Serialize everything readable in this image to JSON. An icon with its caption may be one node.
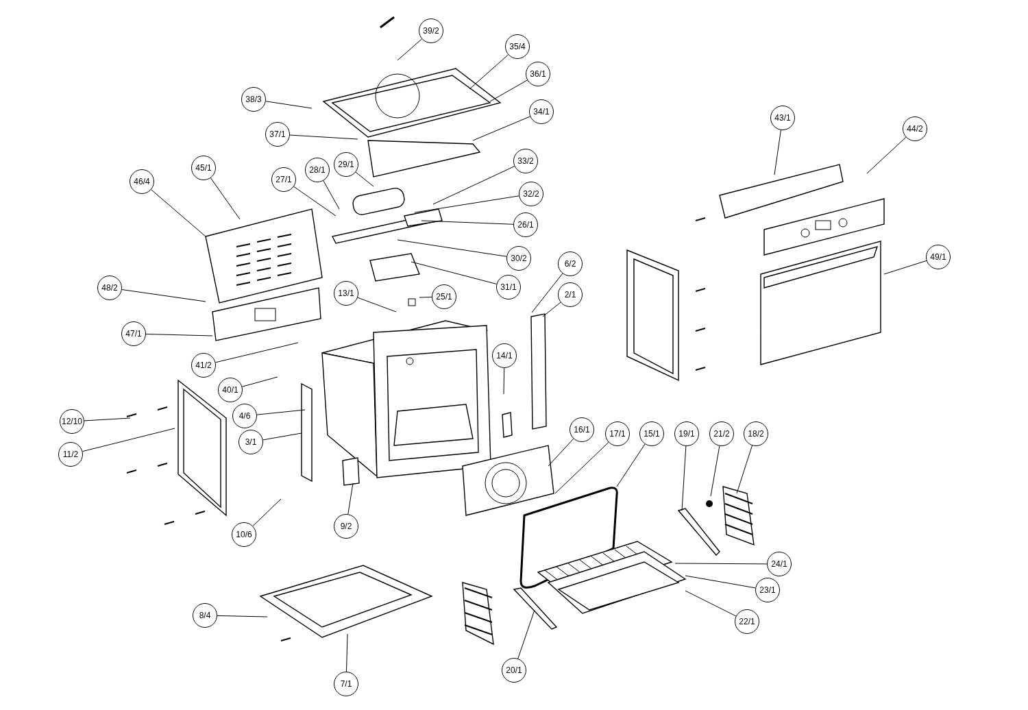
{
  "diagram": {
    "nodes": [
      {
        "text": [
          "39/2"
        ]
      },
      {
        "text": [
          "35/4"
        ]
      },
      {
        "text": [
          "36/1"
        ]
      },
      {
        "text": [
          "38/3"
        ]
      },
      {
        "text": [
          "34/1"
        ]
      },
      {
        "text": [
          "43/1"
        ]
      },
      {
        "text": [
          "44/2"
        ]
      },
      {
        "text": [
          "37/1"
        ]
      },
      {
        "text": [
          "33/2"
        ]
      },
      {
        "text": [
          "29/1"
        ]
      },
      {
        "text": [
          "45/1"
        ]
      },
      {
        "text": [
          "28/1"
        ]
      },
      {
        "text": [
          "27/1"
        ]
      },
      {
        "text": [
          "46/4"
        ]
      },
      {
        "text": [
          "32/2"
        ]
      },
      {
        "text": [
          "26/1"
        ]
      },
      {
        "text": [
          "49/1"
        ]
      },
      {
        "text": [
          "30/2"
        ]
      },
      {
        "text": [
          "6/2"
        ]
      },
      {
        "text": [
          "31/1"
        ]
      },
      {
        "text": [
          "48/2"
        ]
      },
      {
        "text": [
          "13/1"
        ]
      },
      {
        "text": [
          "2/1"
        ]
      },
      {
        "text": [
          "25/1"
        ]
      },
      {
        "text": [
          "47/1"
        ]
      },
      {
        "text": [
          "14/1"
        ]
      },
      {
        "text": [
          "41/2"
        ]
      },
      {
        "text": [
          "40/1"
        ]
      },
      {
        "text": [
          "4/6"
        ]
      },
      {
        "text": [
          "12/10"
        ]
      },
      {
        "text": [
          "16/1"
        ]
      },
      {
        "text": [
          "17/1"
        ]
      },
      {
        "text": [
          "15/1"
        ]
      },
      {
        "text": [
          "19/1"
        ]
      },
      {
        "text": [
          "21/2"
        ]
      },
      {
        "text": [
          "18/2"
        ]
      },
      {
        "text": [
          "3/1"
        ]
      },
      {
        "text": [
          "11/2"
        ]
      },
      {
        "text": [
          "9/2"
        ]
      },
      {
        "text": [
          "10/6"
        ]
      },
      {
        "text": [
          "24/1"
        ]
      },
      {
        "text": [
          "23/1"
        ]
      },
      {
        "text": [
          "8/4"
        ]
      },
      {
        "text": [
          "22/1"
        ]
      },
      {
        "text": [
          "20/1"
        ]
      },
      {
        "text": [
          "7/1"
        ]
      }
    ],
    "edges": [
      {
        "from": 0,
        "to": null,
        "arrow": "none"
      },
      {
        "from": 1,
        "to": null,
        "arrow": "none"
      },
      {
        "from": 2,
        "to": null,
        "arrow": "none"
      },
      {
        "from": 3,
        "to": null,
        "arrow": "none"
      },
      {
        "from": 4,
        "to": null,
        "arrow": "none"
      },
      {
        "from": 5,
        "to": null,
        "arrow": "none"
      },
      {
        "from": 6,
        "to": null,
        "arrow": "none"
      },
      {
        "from": 7,
        "to": null,
        "arrow": "none"
      },
      {
        "from": 8,
        "to": null,
        "arrow": "none"
      },
      {
        "from": 9,
        "to": null,
        "arrow": "none"
      },
      {
        "from": 10,
        "to": null,
        "arrow": "none"
      },
      {
        "from": 11,
        "to": null,
        "arrow": "none"
      },
      {
        "from": 12,
        "to": null,
        "arrow": "none"
      },
      {
        "from": 13,
        "to": null,
        "arrow": "none"
      },
      {
        "from": 14,
        "to": null,
        "arrow": "none"
      },
      {
        "from": 15,
        "to": null,
        "arrow": "none"
      },
      {
        "from": 16,
        "to": null,
        "arrow": "none"
      },
      {
        "from": 17,
        "to": null,
        "arrow": "none"
      },
      {
        "from": 18,
        "to": null,
        "arrow": "none"
      },
      {
        "from": 19,
        "to": null,
        "arrow": "none"
      },
      {
        "from": 20,
        "to": null,
        "arrow": "none"
      },
      {
        "from": 21,
        "to": null,
        "arrow": "none"
      },
      {
        "from": 22,
        "to": null,
        "arrow": "none"
      },
      {
        "from": 23,
        "to": null,
        "arrow": "none"
      },
      {
        "from": 24,
        "to": null,
        "arrow": "none"
      },
      {
        "from": 25,
        "to": null,
        "arrow": "none"
      },
      {
        "from": 26,
        "to": null,
        "arrow": "none"
      },
      {
        "from": 27,
        "to": null,
        "arrow": "none"
      },
      {
        "from": 28,
        "to": null,
        "arrow": "none"
      },
      {
        "from": 29,
        "to": null,
        "arrow": "none"
      },
      {
        "from": 30,
        "to": null,
        "arrow": "none"
      },
      {
        "from": 31,
        "to": null,
        "arrow": "none"
      },
      {
        "from": 32,
        "to": null,
        "arrow": "none"
      },
      {
        "from": 33,
        "to": null,
        "arrow": "none"
      },
      {
        "from": 34,
        "to": null,
        "arrow": "none"
      },
      {
        "from": 35,
        "to": null,
        "arrow": "none"
      },
      {
        "from": 36,
        "to": null,
        "arrow": "none"
      },
      {
        "from": 37,
        "to": null,
        "arrow": "none"
      },
      {
        "from": 38,
        "to": null,
        "arrow": "none"
      },
      {
        "from": 39,
        "to": null,
        "arrow": "none"
      },
      {
        "from": 40,
        "to": null,
        "arrow": "none"
      },
      {
        "from": 41,
        "to": null,
        "arrow": "none"
      },
      {
        "from": 42,
        "to": null,
        "arrow": "none"
      },
      {
        "from": 43,
        "to": null,
        "arrow": "none"
      },
      {
        "from": 44,
        "to": null,
        "arrow": "none"
      },
      {
        "from": 45,
        "to": null,
        "arrow": "none"
      }
    ]
  }
}
